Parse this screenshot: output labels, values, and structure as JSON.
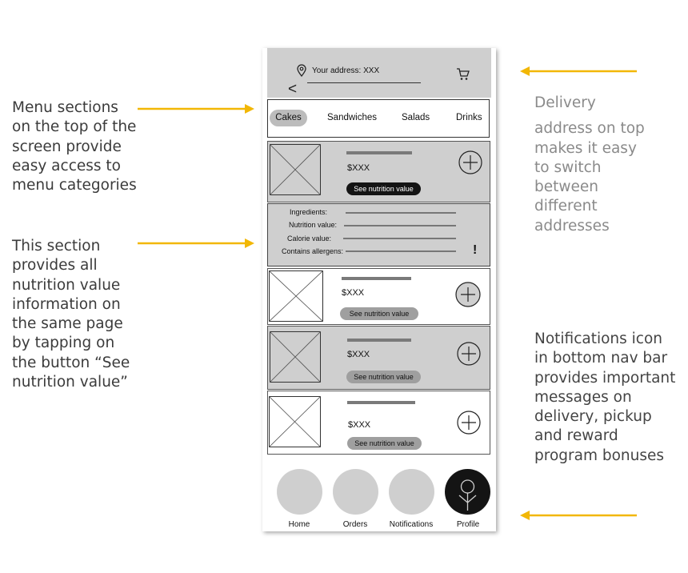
{
  "annotations": {
    "menu_sections": "Menu sections on the top of the screen provide easy access to menu categories",
    "nutrition_section": "This section provides all nutrition value information on the same page by tapping on the button “See nutrition value”",
    "delivery_address_line1": "Delivery",
    "delivery_address_rest": "address on top makes it easy to switch between different addresses",
    "notifications": "Notifications icon in bottom nav bar provides important messages on delivery, pickup and reward program bonuses",
    "arrow_color": "#f2b705"
  },
  "header": {
    "address_label": "Your address: XXX",
    "back_symbol": "<",
    "pin_icon": "location-pin-icon",
    "cart_icon": "shopping-cart-icon",
    "background": "#cfcfcf"
  },
  "tabs": [
    {
      "label": "Cakes",
      "selected": true
    },
    {
      "label": "Sandwiches",
      "selected": false
    },
    {
      "label": "Salads",
      "selected": false
    },
    {
      "label": "Drinks",
      "selected": false
    }
  ],
  "items": [
    {
      "price": "$XXX",
      "button_label": "See nutrition value",
      "button_state": "active",
      "background": "gray"
    },
    {
      "price": "$XXX",
      "button_label": "See nutrition value",
      "button_state": "inactive",
      "background": "white"
    },
    {
      "price": "$XXX",
      "button_label": "See nutrition value",
      "button_state": "inactive",
      "background": "gray"
    },
    {
      "price": "$XXX",
      "button_label": "See nutrition value",
      "button_state": "inactive",
      "background": "white"
    }
  ],
  "nutrition_panel": {
    "ingredients_label": "Ingredients:",
    "nutrition_label": "Nutrition value:",
    "calorie_label": "Calorie value:",
    "allergens_label": "Contains allergens:",
    "allergen_mark": "!"
  },
  "bottom_nav": [
    {
      "label": "Home"
    },
    {
      "label": "Orders"
    },
    {
      "label": "Notifications"
    },
    {
      "label": "Profile",
      "active": true
    }
  ],
  "colors": {
    "placeholder_gray": "#cfcfcf",
    "dark": "#141414"
  }
}
